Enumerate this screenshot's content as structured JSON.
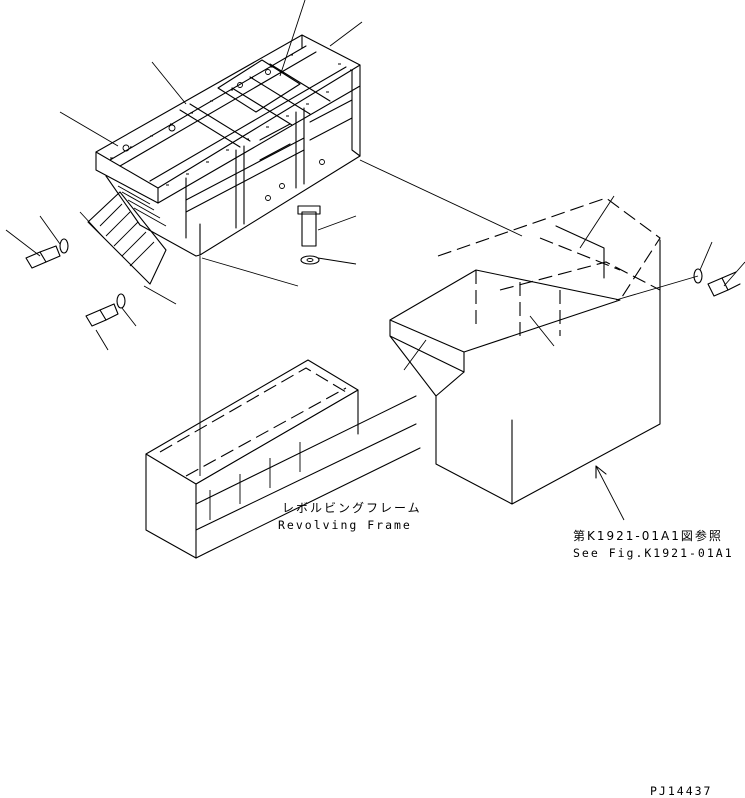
{
  "labels": {
    "revolving_frame_jp": "レボルビングフレーム",
    "revolving_frame_en": "Revolving Frame",
    "see_fig_jp": "第K1921-01A1図参照",
    "see_fig_en": "See Fig.K1921-01A1",
    "drawing_number": "PJ14437"
  }
}
